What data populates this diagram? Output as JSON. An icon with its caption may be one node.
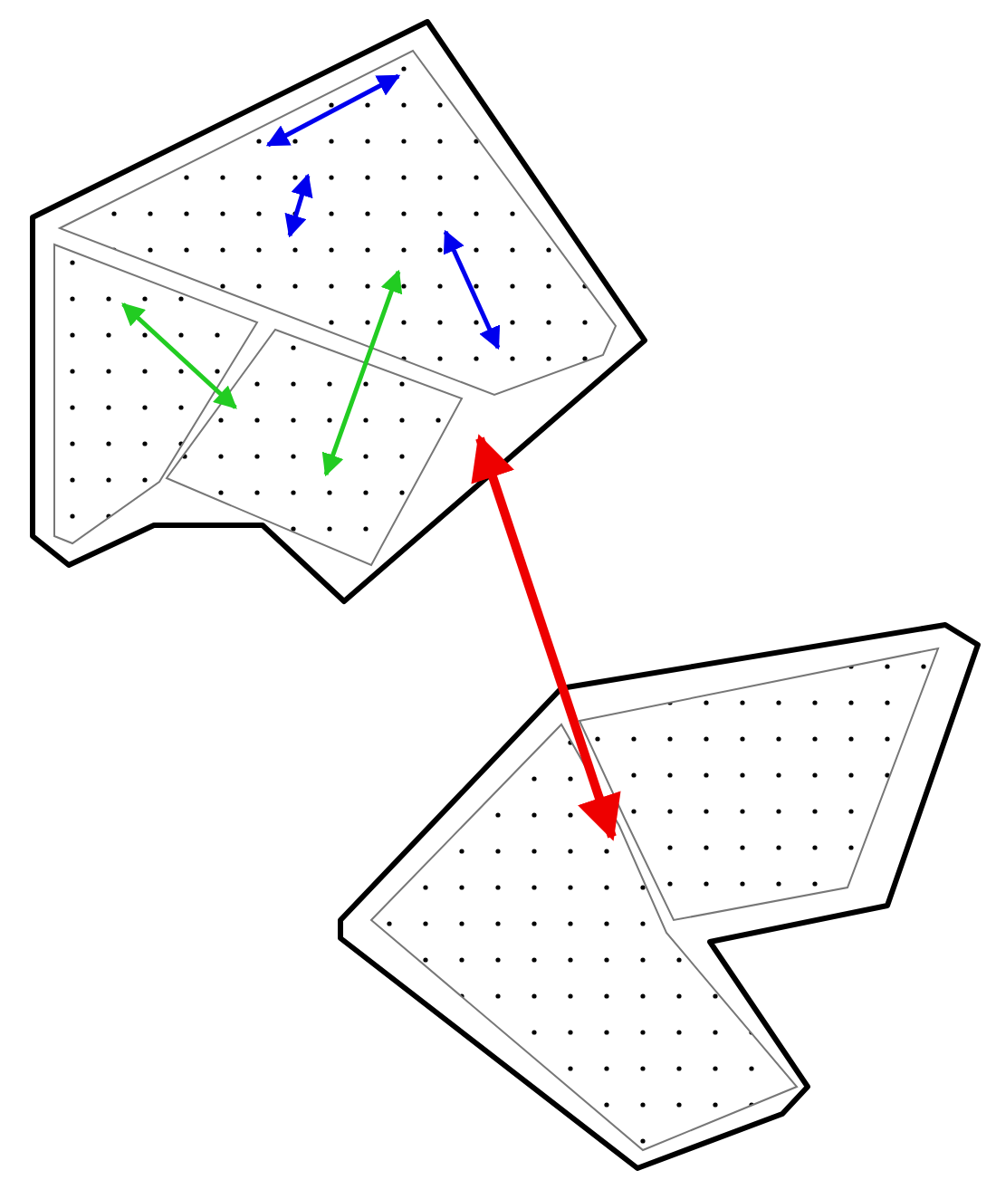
{
  "diagram": {
    "nodes": [
      {
        "text": [],
        "shape": "picture"
      },
      {
        "text": [],
        "shape": "polygon",
        "in": 0
      },
      {
        "text": [],
        "shape": "polygon",
        "in": 0
      },
      {
        "text": [],
        "shape": "polygon",
        "in": 0
      },
      {
        "text": [],
        "shape": "picture"
      },
      {
        "text": [],
        "shape": "polygon",
        "in": 4
      },
      {
        "text": [],
        "shape": "polygon",
        "in": 4
      }
    ],
    "edges": [
      {
        "from": 2,
        "to": 3,
        "arrow": "both",
        "color": "#22cc22"
      },
      {
        "from": 1,
        "to": 3,
        "arrow": "both",
        "color": "#22cc22"
      },
      {
        "from": 0,
        "to": 5,
        "arrow": "both",
        "style": "thick",
        "color": "#ee0000"
      }
    ]
  }
}
